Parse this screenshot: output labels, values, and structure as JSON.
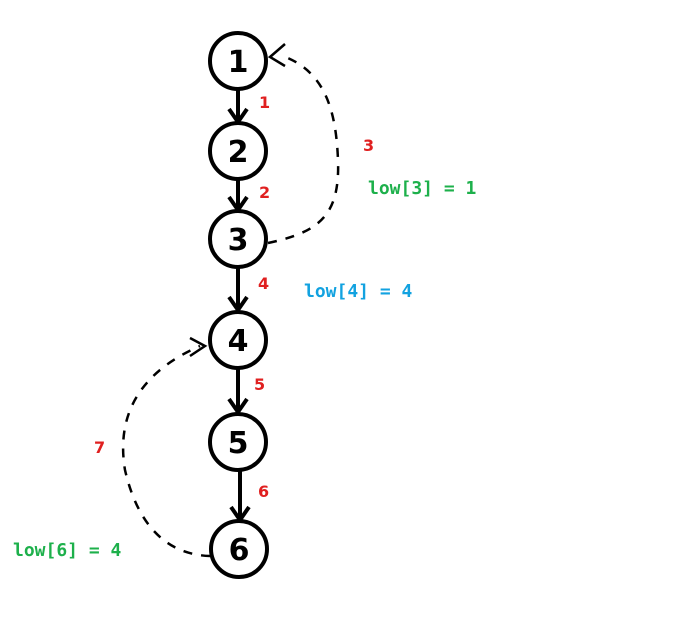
{
  "nodes": [
    {
      "id": "1",
      "label": "1"
    },
    {
      "id": "2",
      "label": "2"
    },
    {
      "id": "3",
      "label": "3"
    },
    {
      "id": "4",
      "label": "4"
    },
    {
      "id": "5",
      "label": "5"
    },
    {
      "id": "6",
      "label": "6"
    }
  ],
  "edges": [
    {
      "from": "1",
      "to": "2",
      "label": "1",
      "style": "solid"
    },
    {
      "from": "2",
      "to": "3",
      "label": "2",
      "style": "solid"
    },
    {
      "from": "3",
      "to": "1",
      "label": "3",
      "style": "dashed"
    },
    {
      "from": "3",
      "to": "4",
      "label": "4",
      "style": "solid"
    },
    {
      "from": "4",
      "to": "5",
      "label": "5",
      "style": "solid"
    },
    {
      "from": "5",
      "to": "6",
      "label": "6",
      "style": "solid"
    },
    {
      "from": "6",
      "to": "4",
      "label": "7",
      "style": "dashed"
    }
  ],
  "annotations": {
    "low3": "low[3] = 1",
    "low4": "low[4] = 4",
    "low6": "low[6] = 4"
  },
  "colors": {
    "edge_label": "#e02020",
    "low_green": "#1db04b",
    "low_blue": "#12a2e0",
    "stroke": "#000000"
  }
}
